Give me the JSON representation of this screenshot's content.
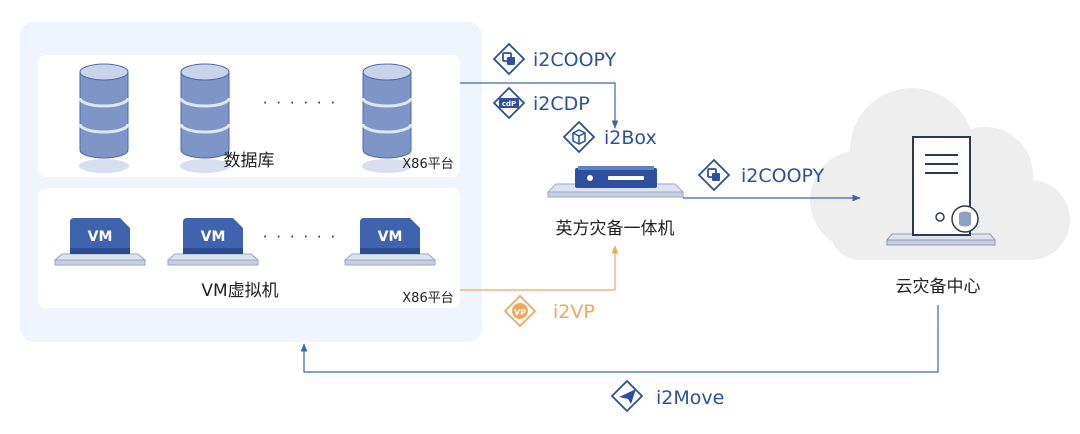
{
  "source_group": {
    "database_panel": {
      "caption": "数据库",
      "platform": "X86平台",
      "ellipsis": "· · · · · ·"
    },
    "vm_panel": {
      "caption": "VM虚拟机",
      "platform": "X86平台",
      "ellipsis": "· · · · · ·",
      "vm_label": "VM"
    }
  },
  "products": {
    "copy_top": {
      "label": "i2COOPY",
      "icon": "copy-icon"
    },
    "cdp": {
      "label": "i2CDP",
      "icon": "cdp-icon",
      "badge": "cdP"
    },
    "box": {
      "label": "i2Box",
      "icon": "box-icon"
    },
    "copy_right": {
      "label": "i2COOPY",
      "icon": "copy-icon"
    },
    "vp": {
      "label": "i2VP",
      "icon": "vp-icon",
      "badge": "VP"
    },
    "move": {
      "label": "i2Move",
      "icon": "plane-icon"
    }
  },
  "appliance": {
    "label": "英方灾备一体机"
  },
  "cloud_center": {
    "label": "云灾备中心"
  },
  "colors": {
    "panel_bg": "#eef5fd",
    "card_bg": "#ffffff",
    "line_blue": "#3a66b0",
    "line_orange": "#f0a85c",
    "icon_blue": "#2d4f9e",
    "icon_orange": "#f0a85c",
    "db_top": "#c9d4ea",
    "db_body": "#7f95c7",
    "vm_screen": "#3f64ad",
    "cloud": "#eeeeee"
  }
}
